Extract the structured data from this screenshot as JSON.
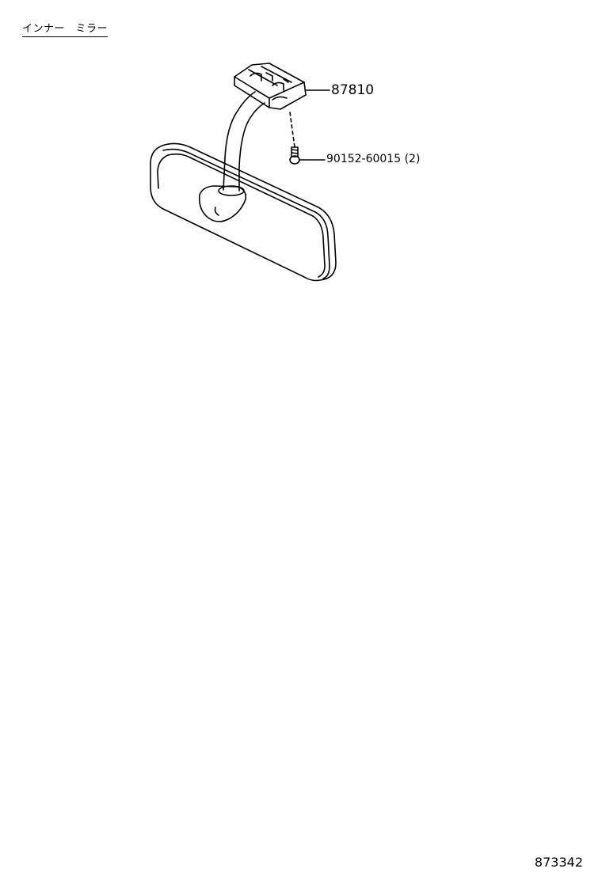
{
  "title": "インナー　ミラー",
  "callouts": {
    "mirror_part_number": "87810",
    "screw_part_number": "90152-60015",
    "screw_quantity": "(2)"
  },
  "footer": {
    "illustration_code": "873342"
  },
  "colors": {
    "line": "#000000",
    "background": "#ffffff"
  }
}
